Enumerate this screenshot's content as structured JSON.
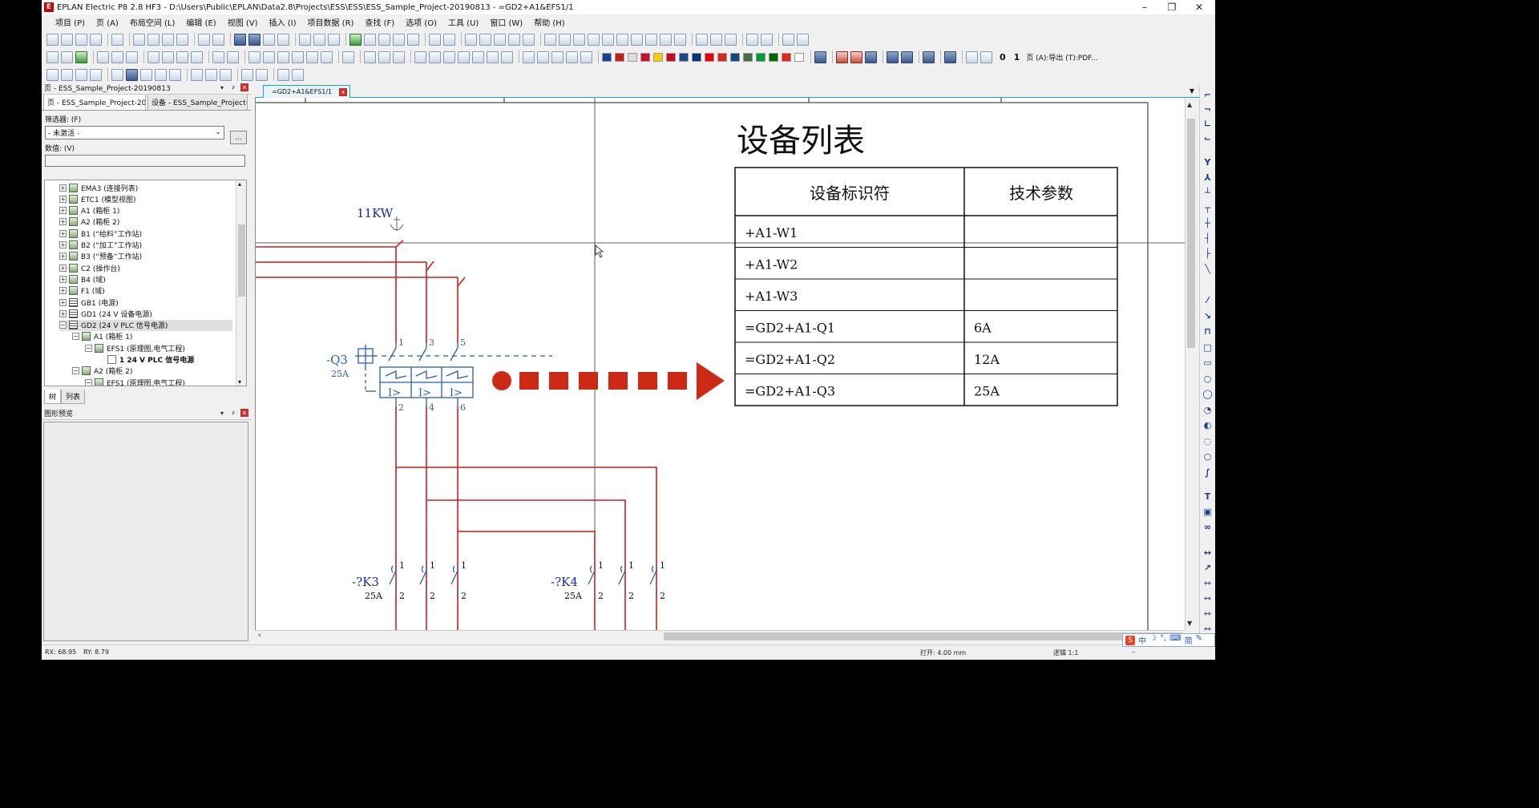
{
  "window": {
    "title": "EPLAN Electric P8 2.8 HF3 - D:\\Users\\Public\\EPLAN\\Data2.8\\Projects\\ESS\\ESS\\ESS_Sample_Project-20190813 - =GD2+A1&EFS1/1",
    "controls": {
      "minimize": "–",
      "restore": "❐",
      "close": "✕"
    }
  },
  "menu": [
    "项目 (P)",
    "页 (A)",
    "布局空间 (L)",
    "编辑 (E)",
    "视图 (V)",
    "插入 (I)",
    "项目数据 (R)",
    "查找 (F)",
    "选项 (O)",
    "工具 (U)",
    "窗口 (W)",
    "帮助 (H)"
  ],
  "toolbar": {
    "page_export_label": "页 (A):导出 (T):PDF...",
    "icon_text": [
      "0",
      "1"
    ]
  },
  "page_navigator": {
    "title": "页 - ESS_Sample_Project-20190813",
    "tabs": [
      "页 - ESS_Sample_Project-2019...",
      "设备 - ESS_Sample_Project-20..."
    ],
    "filter_label": "筛选器: (F)",
    "filter_value": "- 未激活 -",
    "filter_more": "...",
    "value_label": "数值: (V)",
    "tree": [
      {
        "label": "EMA3 (连接列表)",
        "toggle": "+",
        "icon": "cabinet-icon"
      },
      {
        "label": "ETC1 (模型视图)",
        "toggle": "+",
        "icon": "cabinet-icon"
      },
      {
        "label": "A1 (箱柜 1)",
        "toggle": "+",
        "icon": "cabinet-icon"
      },
      {
        "label": "A2 (箱柜 2)",
        "toggle": "+",
        "icon": "cabinet-icon"
      },
      {
        "label": "B1 (“给料”工作站)",
        "toggle": "+",
        "icon": "cabinet-icon"
      },
      {
        "label": "B2 (“加工”工作站)",
        "toggle": "+",
        "icon": "cabinet-icon"
      },
      {
        "label": "B3 (“预备”工作站)",
        "toggle": "+",
        "icon": "cabinet-icon"
      },
      {
        "label": "C2 (操作台)",
        "toggle": "+",
        "icon": "cabinet-icon"
      },
      {
        "label": "B4 (域)",
        "toggle": "+",
        "icon": "cabinet-icon"
      },
      {
        "label": "F1 (域)",
        "toggle": "+",
        "icon": "cabinet-icon"
      },
      {
        "label": "GB1 (电源)",
        "toggle": "+",
        "icon": "list-icon"
      },
      {
        "label": "GD1 (24 V 设备电源)",
        "toggle": "+",
        "icon": "list-icon"
      },
      {
        "label": "GD2 (24 V PLC 信号电源)",
        "toggle": "−",
        "icon": "list-icon",
        "selected": true
      },
      {
        "label": "A1 (箱柜 1)",
        "toggle": "−",
        "icon": "cabinet-icon"
      },
      {
        "label": "EFS1 (原理图,电气工程)",
        "toggle": "−",
        "icon": "schematic-icon"
      },
      {
        "label": "1 24 V PLC 信号电源",
        "toggle": "",
        "icon": "page-icon",
        "bold": true
      },
      {
        "label": "A2 (箱柜 2)",
        "toggle": "−",
        "icon": "cabinet-icon"
      },
      {
        "label": "EFS1 (原理图,电气工程)",
        "toggle": "−",
        "icon": "schematic-icon"
      }
    ],
    "bottom_tabs": [
      "树",
      "列表"
    ]
  },
  "preview_panel": {
    "title": "图形预览"
  },
  "document": {
    "tab_label": "=GD2+A1&EFS1/1",
    "tab_close": "x",
    "menu_arrow": "▼"
  },
  "schematic": {
    "table_title": "设备列表",
    "table_headers": [
      "设备标识符",
      "技术参数"
    ],
    "table_rows": [
      [
        "+A1-W1",
        ""
      ],
      [
        "+A1-W2",
        ""
      ],
      [
        "+A1-W3",
        ""
      ],
      [
        "=GD2+A1-Q1",
        "6A"
      ],
      [
        "=GD2+A1-Q2",
        "12A"
      ],
      [
        "=GD2+A1-Q3",
        "25A"
      ]
    ],
    "power_label": "11KW",
    "breaker": {
      "tag": "-Q3",
      "rating": "25A",
      "terminals_top": [
        "1",
        "3",
        "5"
      ],
      "terminals_bottom": [
        "2",
        "4",
        "6"
      ],
      "trip_symbol": "I>"
    },
    "contactor_k3": {
      "tag": "-?K3",
      "rating": "25A",
      "terminals_top": [
        "1",
        "1",
        "1"
      ],
      "terminals_bottom": [
        "2",
        "2",
        "2"
      ]
    },
    "contactor_k4": {
      "tag": "-?K4",
      "rating": "25A",
      "terminals_top": [
        "1",
        "1",
        "1"
      ],
      "terminals_bottom": [
        "2",
        "2",
        "2"
      ]
    },
    "colors": {
      "wire": "#cc1f1f",
      "symbol": "#2a5fa8",
      "arrow": "#cc2a14",
      "tag": "#1a2aa0"
    }
  },
  "status": {
    "rx": "RX: 68.95",
    "ry": "RY: 8.79",
    "grid": "打开: 4.00 mm",
    "logic": "逻辑 1:1",
    "extra": "–"
  },
  "ime": {
    "s": "S",
    "items": [
      "中",
      "☽",
      "°,",
      "⌨",
      "简",
      "✎"
    ]
  }
}
